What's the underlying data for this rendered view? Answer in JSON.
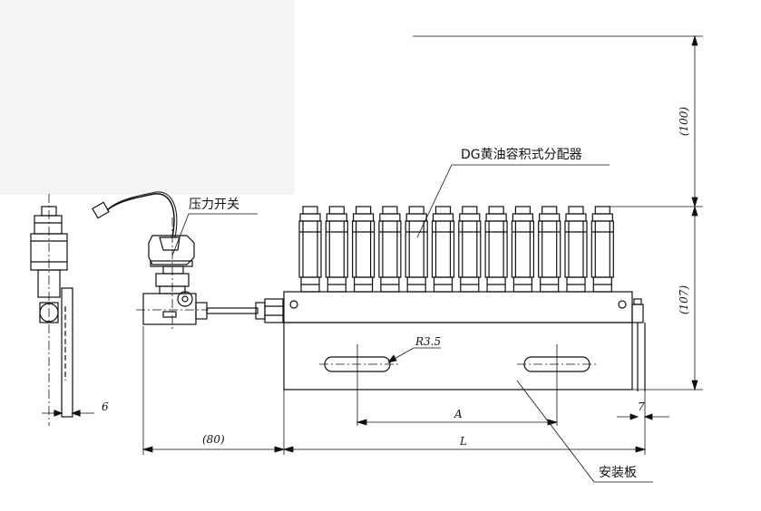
{
  "labels": {
    "pressure_switch": "压力开关",
    "distributor": "DG黄油容积式分配器",
    "mounting_plate": "安装板"
  },
  "dimensions": {
    "height_upper": "(100)",
    "height_lower": "(107)",
    "radius": "R3.5",
    "span_a": "A",
    "span_l": "L",
    "offset_80": "(80)",
    "side_6": "6",
    "side_7": "7"
  },
  "distributor": {
    "valve_count": 12
  }
}
